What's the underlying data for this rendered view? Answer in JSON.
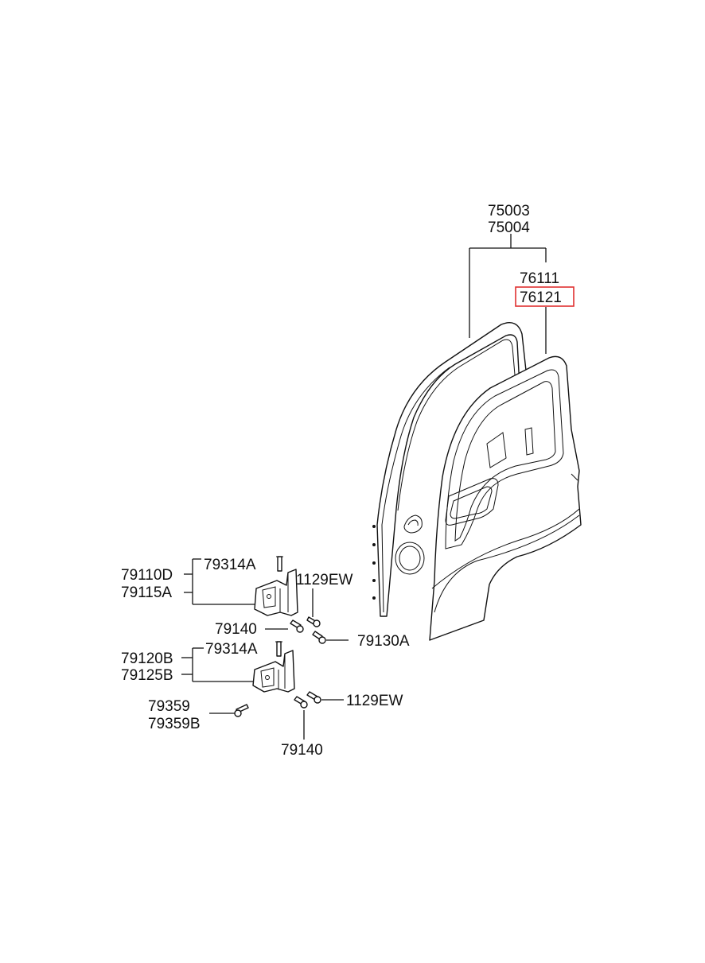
{
  "labels": {
    "door_assy_1": "75003",
    "door_assy_2": "75004",
    "panel_1": "76111",
    "panel_2": "76121",
    "upper_hinge_1": "79110D",
    "upper_hinge_2": "79115A",
    "pin_upper": "79314A",
    "bolt_upper": "1129EW",
    "bolt_79140_upper": "79140",
    "bolt_79130": "79130A",
    "lower_hinge_1": "79120B",
    "lower_hinge_2": "79125B",
    "pin_lower": "79314A",
    "plug_1": "79359",
    "plug_2": "79359B",
    "bolt_lower": "1129EW",
    "bolt_79140_lower": "79140"
  },
  "highlight": {
    "label": "76121",
    "color": "#e03030"
  }
}
